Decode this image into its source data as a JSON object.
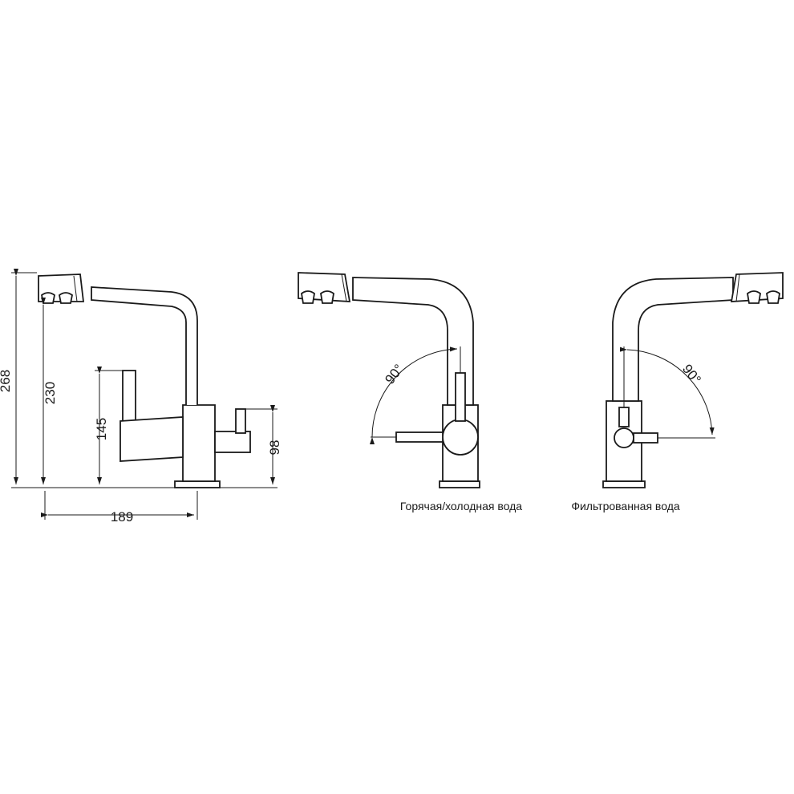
{
  "dimensions": {
    "total_height": "268",
    "spout_height": "230",
    "lever_height": "145",
    "side_handle_height": "98",
    "reach": "189"
  },
  "angles": {
    "hot_cold_angle": "90°",
    "filtered_angle": "90°"
  },
  "captions": {
    "hot_cold": "Горячая/холодная вода",
    "filtered": "Фильтрованная вода"
  },
  "colors": {
    "line": "#1a1a1a",
    "background": "#ffffff"
  }
}
